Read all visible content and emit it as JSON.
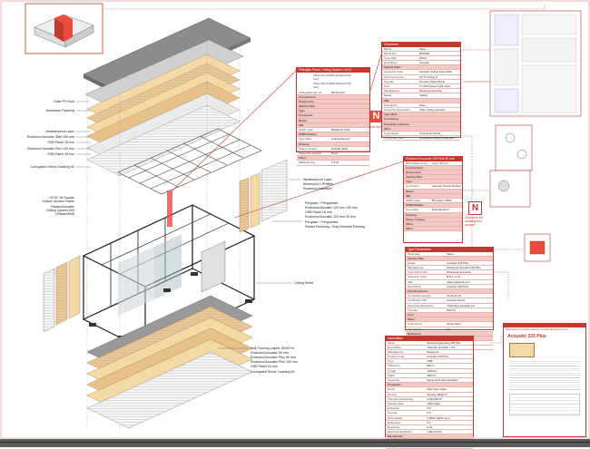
{
  "colors": {
    "accent": "#c0392b",
    "panel_header": "#c0392b",
    "wood": "#e8c89a",
    "grey_deck": "#9a9a9a"
  },
  "labels_left": [
    "Solar PV Roof",
    "Aluminium Flashing",
    "Weatherproof Layer",
    "Rockwool Acoustic Slab 100 mm",
    "OSB Panel 18 mm",
    "Rockwool Acoustic Plus 100 mm",
    "OSB Panel 18 mm",
    "Corrugated Sheet Cladding 60"
  ],
  "labels_left_lower": [
    "HCSC 9x Square",
    "Hollow Section Frame",
    "Plaster/Acoustic",
    "Ceiling System 600",
    "(Plaster/Mdf)"
  ],
  "labels_right_mid": [
    "Weatherproof Layer",
    "Aluminium T-Profiles",
    "Rockwool Insulation"
  ],
  "labels_right_frame": [
    "Pergolas + Pergolettes",
    "Rockwool Acoustic 120 mm 100 mm",
    "OSB Panel 18 mm",
    "Rockwool Acoustic 120 mm 50 mm",
    "Pergolas + Pergolettes",
    "Plaster Finishing / Gray Brushed Painting"
  ],
  "label_ceiling": "Ceiling Sheet",
  "labels_floor": [
    "Oak Flooring Layers 18/48 Hd",
    "Rockwool Acoustic 50 mm",
    "Rockwool Acoustic Plus 50 mm",
    "Rockwool Acoustic Plus 100 mm",
    "OSB Panel 18 mm",
    "Corrugated Sheet Cladding 60"
  ],
  "panel_top": {
    "title": "Fiberglas Panel, Ceiling System 12x24",
    "lines": [
      "Value lists (LGMF Rockwool 50 mm)",
      "Value lists (LGMF Rockwool 50 mm)"
    ],
    "rows": [
      [
        "Ceiling Element (1)",
        "60x24 Size"
      ],
      [
        "Construction",
        ""
      ],
      [
        "Dimensions",
        ""
      ],
      [
        "Identity Data",
        ""
      ],
      [
        "Type",
        ""
      ],
      [
        "Comments",
        ""
      ],
      [
        "Model",
        ""
      ],
      [
        "URL",
        ""
      ],
      [
        "OMNI Code",
        "R520K12-7403"
      ],
      [
        "OMNI Number",
        ""
      ],
      [
        "Type Mark",
        "Ceiling Element"
      ],
      [
        "Phasing",
        ""
      ],
      [
        "Phase Created",
        "PHASE (002)"
      ],
      [
        "Phase Demolished",
        "None"
      ],
      [
        "Other",
        ""
      ],
      [
        "Materials Use",
        "1.4 Gl"
      ]
    ],
    "caption": "Click here for ordering this product"
  },
  "panel_mid": {
    "title": "Rockwool Acoustic 225 Plus 50 mm",
    "rows": [
      [
        "Plinth Element (1)",
        "Acou_50 mm"
      ],
      [
        "Construction",
        ""
      ],
      [
        "Dimensions",
        ""
      ],
      [
        "Identity Data",
        ""
      ],
      [
        "Type",
        ""
      ],
      [
        "Comments",
        "Acoustic Panels Rockwl"
      ],
      [
        "Model",
        ""
      ],
      [
        "URL",
        ""
      ],
      [
        "OMNI Code",
        "B71-810-1-6560"
      ],
      [
        "OMNI Number",
        ""
      ],
      [
        "Type Mark",
        "Rock Element"
      ],
      [
        "Phasing",
        ""
      ],
      [
        "Phase Created",
        ""
      ],
      [
        "Other",
        ""
      ],
      [
        "Other",
        ""
      ]
    ],
    "caption": "Click here for ordering this product"
  },
  "panel_spec_top": {
    "title": "Parameter",
    "rows": [
      [
        "Model",
        "Value"
      ],
      [
        "Model dim.",
        "600x600"
      ],
      [
        "Type Mark",
        "100x4"
      ],
      [
        "Description",
        "Acoustic"
      ],
      [
        "Identity Data",
        ""
      ],
      [
        "Assembly Code",
        "Acoustic Ceiling Panel 600"
      ],
      [
        "Type Comments",
        "2x7.5 Ceiling P"
      ],
      [
        "Keynote",
        "Acoustic Panel Sheet"
      ],
      [
        "Cost",
        "2 x 600 Gesso Light Color"
      ],
      [
        "Manufacturer",
        "Rockwool Acoustic"
      ],
      [
        "Model",
        "Ceiling"
      ],
      [
        "URL",
        ""
      ],
      [
        "Description",
        "Rock"
      ],
      [
        "Assembly Description",
        "Other ceiling acoustic"
      ],
      [
        "Type Mark",
        ""
      ],
      [
        "Fire Rating",
        ""
      ],
      [
        "OmniClass Number",
        ""
      ],
      [
        "Other",
        ""
      ],
      [
        "Code Name",
        "Cl.Acoustic Panel"
      ],
      [
        "OmniClass Title",
        "Acoustical Ceiling Panel 600"
      ]
    ]
  },
  "panel_spec_bottom": {
    "title": "Type Parameters",
    "rows": [
      [
        "Parameter",
        "Value"
      ],
      [
        "Identity Data",
        ""
      ],
      [
        "Model",
        "Acoustic 225 Plus"
      ],
      [
        "Manufacturer",
        "Rockwool Acoustic 225 Plus"
      ],
      [
        "Type Comments",
        "Rockwool Acoustics"
      ],
      [
        "Assembly Code",
        "B.B.1.4.2.8"
      ],
      [
        "URL",
        "www.rockwool.com"
      ],
      [
        "Description",
        "Acoustic 225 Plus"
      ],
      [
        "Fire Resistance",
        ""
      ],
      [
        "OmniClass Number",
        "23-15 11 23"
      ],
      [
        "OmniClass Title",
        "Acoustic Panel"
      ],
      [
        "Assembly Description",
        "Thermal & Acoustic Ins."
      ],
      [
        "Keynote",
        "B20 A1"
      ],
      [
        "Cost",
        ""
      ],
      [
        "Other",
        ""
      ],
      [
        "Code Name",
        "Stone Wool"
      ],
      [
        "Classification",
        "A1"
      ],
      [
        "Reference",
        ""
      ],
      [
        "Rebar",
        ""
      ],
      [
        "Type Mark",
        "Rock"
      ],
      [
        "Other",
        "2.2 acoustic"
      ]
    ]
  },
  "panel_info": {
    "title": "Information",
    "rows": [
      [
        "Name",
        "Rockwool Acoustic 225 Plus"
      ],
      [
        "Description",
        "Thermal, acoustic + fire"
      ],
      [
        "Manufacturer",
        "Rockwool"
      ],
      [
        "Product Code",
        "Acoustic 225 Plus"
      ],
      [
        "Type",
        "NSB"
      ],
      [
        "Thickness",
        "50mm"
      ],
      [
        "Length",
        "1200mm"
      ],
      [
        "Width",
        "600mm"
      ],
      [
        "Keywords",
        "Stone wool slab insulation"
      ],
      [
        "Properties",
        ""
      ],
      [
        "Name",
        "Data Type Value"
      ],
      [
        "Density",
        "Density 38kg/m3"
      ],
      [
        "Thermal Conductivity",
        "0.034 W/mK"
      ],
      [
        "Specific Heat",
        "1030 J/kgK"
      ],
      [
        "Emissivity",
        "0.9"
      ],
      [
        "Porosity",
        "0.9"
      ],
      [
        "Permeability",
        "1.0000 ng/Pa.ms.m"
      ],
      [
        "Reflectivity",
        "0.2"
      ],
      [
        "Resistivity",
        "0.01"
      ],
      [
        "Electrical Resistivity",
        "1.0E+8 Ohm"
      ],
      [
        "Mechanical",
        ""
      ],
      [
        "Finish",
        "Uncoated"
      ],
      [
        "Usage",
        "Nonrefl. Walls"
      ]
    ]
  },
  "doc_title": "Acoustic 225 Plus",
  "doc_header": "ROCKWOOL ACOUSTIC CEILING SYSTEM TECHNICAL DATA",
  "n_logo": "N"
}
